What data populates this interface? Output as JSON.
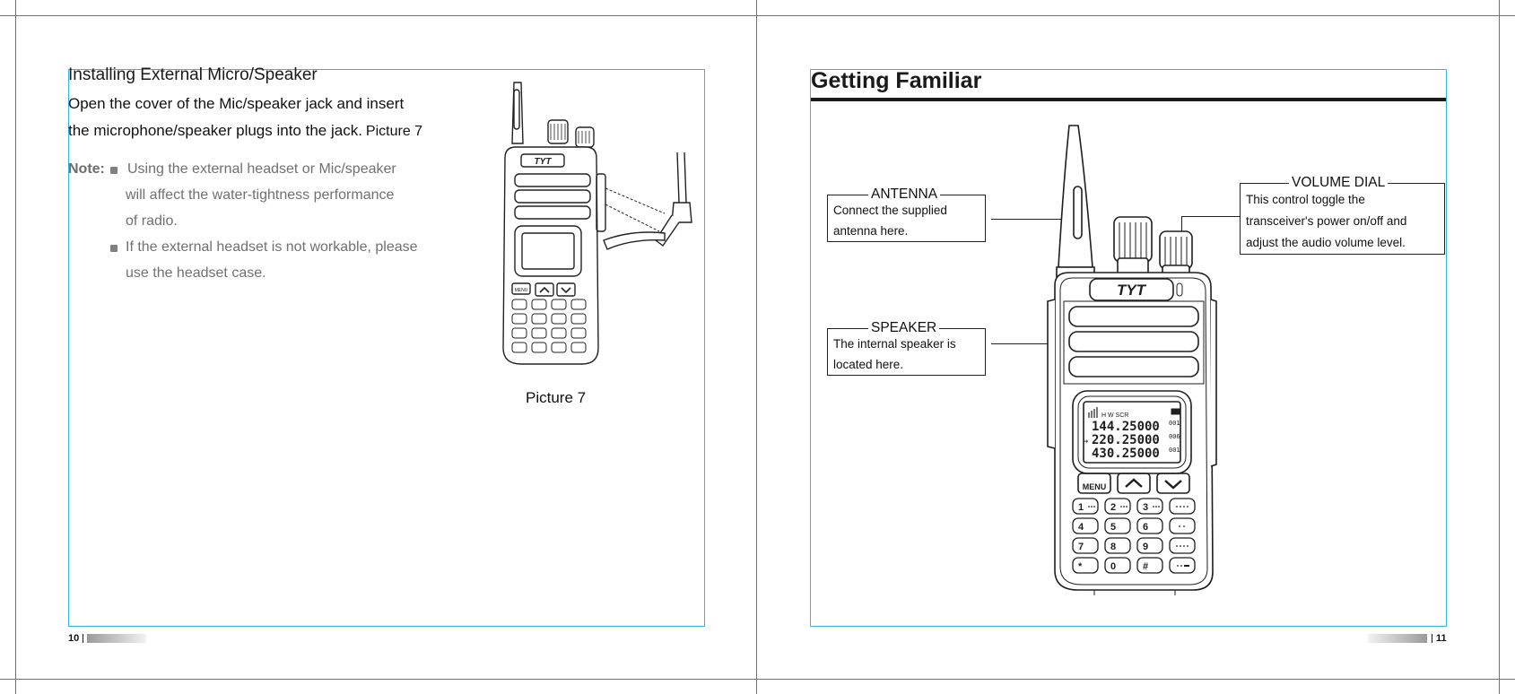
{
  "left_page": {
    "heading": "Installing External Micro/Speaker",
    "para_line1": "Open the cover of the Mic/speaker jack and insert",
    "para_line2": "the microphone/speaker plugs into the jack.",
    "para_ref": "Picture 7",
    "note_label": "Note:",
    "note1_line1": "Using the external headset or Mic/speaker",
    "note1_line2": "will affect the water-tightness performance",
    "note1_line3": "of radio.",
    "note2_line1": "If the external headset is not workable, please",
    "note2_line2": "use the headset case.",
    "figure_caption": "Picture 7",
    "page_number": "10"
  },
  "right_page": {
    "heading": "Getting Familiar",
    "antenna": {
      "title": "ANTENNA",
      "line1": "Connect the supplied",
      "line2": "antenna here."
    },
    "speaker": {
      "title": "SPEAKER",
      "line1": "The internal speaker is",
      "line2": "located here."
    },
    "volume": {
      "title": "VOLUME DIAL",
      "line1": "This control toggle the",
      "line2": "transceiver's power on/off and",
      "line3": "adjust the audio volume level."
    },
    "page_number": "11"
  },
  "radio": {
    "brand": "TYT",
    "lcd_status": "H  W   SCR",
    "lcd_freq1": "144.25000",
    "lcd_freq2": "220.25000",
    "lcd_freq3": "430.25000",
    "lcd_arrow": "➔",
    "lcd_ch1": "001",
    "lcd_ch2": "006",
    "lcd_ch3": "001",
    "menu_key": "MENU",
    "keys": [
      "1",
      "2",
      "3",
      "4",
      "5",
      "6",
      "7",
      "8",
      "9",
      "*",
      "0",
      "#"
    ],
    "small_menu_key": "MENU"
  },
  "colors": {
    "trim": "#d4379d",
    "frame": "#32b7e0",
    "note_gray": "#707070"
  }
}
